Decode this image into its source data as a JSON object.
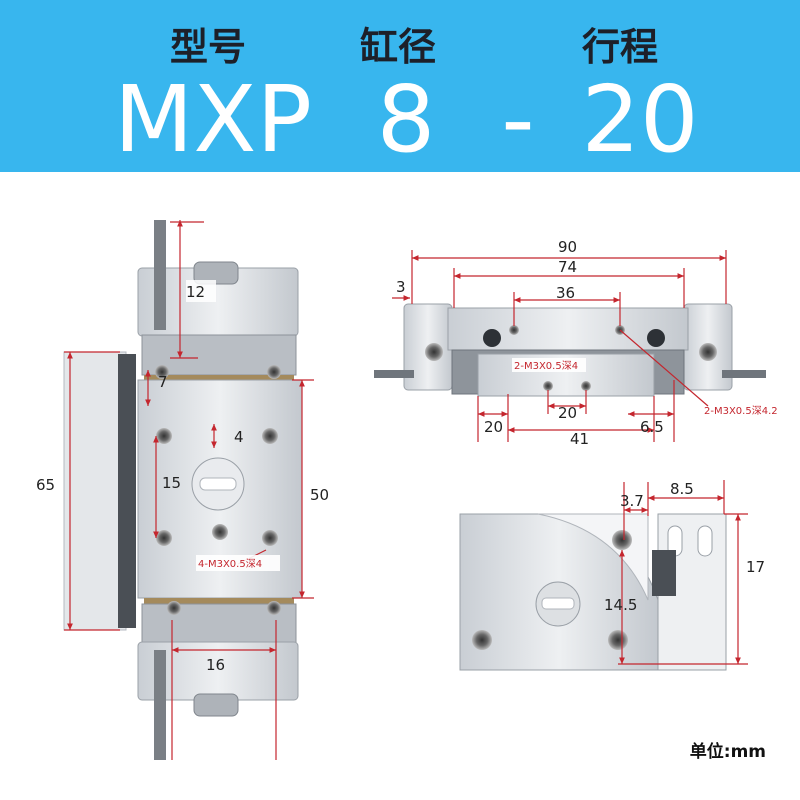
{
  "header": {
    "labels": {
      "model": "型号",
      "bore": "缸径",
      "stroke": "行程"
    },
    "values": {
      "model": "MXP",
      "bore": "8",
      "separator": "-",
      "stroke": "20"
    }
  },
  "front_view": {
    "dims": {
      "d12": "12",
      "d7": "7",
      "d65": "65",
      "d4": "4",
      "d15": "15",
      "d50": "50",
      "d16": "16"
    },
    "note": "4-M3X0.5深4"
  },
  "top_view": {
    "dims": {
      "d90": "90",
      "d74": "74",
      "d3": "3",
      "d36": "36",
      "d20a": "20",
      "d20b": "20",
      "d41": "41",
      "d6_5": "6.5"
    },
    "notes": {
      "inner": "2-M3X0.5深4",
      "outer": "2-M3X0.5深4.2"
    }
  },
  "side_view": {
    "dims": {
      "d3_7": "3.7",
      "d8_5": "8.5",
      "d17": "17",
      "d14_5": "14.5"
    }
  },
  "unit_label": "单位:mm",
  "colors": {
    "header_bg": "#38b6ee",
    "dimension_line": "#c4262e",
    "body_metal": "#d9dde2"
  }
}
